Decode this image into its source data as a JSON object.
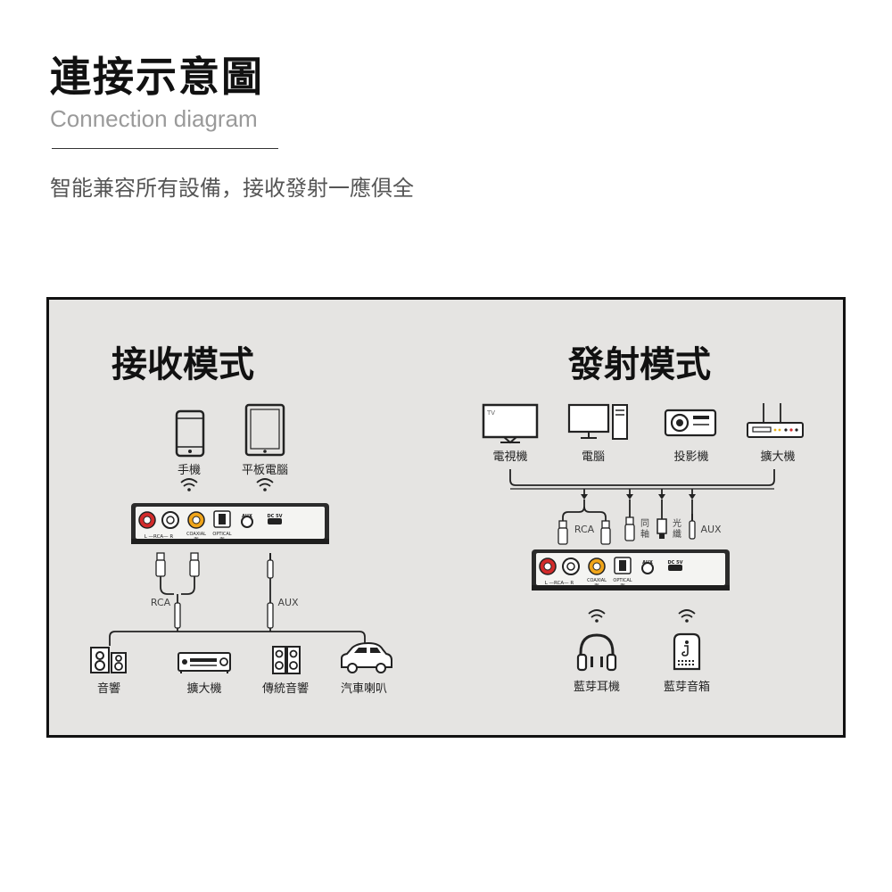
{
  "header": {
    "title": "連接示意圖",
    "subtitle": "Connection diagram",
    "tagline": "智能兼容所有設備，接收發射一應俱全"
  },
  "receive": {
    "title": "接收模式",
    "sources": [
      "手機",
      "平板電腦"
    ],
    "cables": {
      "rca": "RCA",
      "aux": "AUX"
    },
    "outputs": [
      "音響",
      "擴大機",
      "傳統音響",
      "汽車喇叭"
    ]
  },
  "transmit": {
    "title": "發射模式",
    "sources": [
      "電視機",
      "電腦",
      "投影機",
      "擴大機"
    ],
    "tv_label": "TV",
    "cables": {
      "rca": "RCA",
      "coaxial": [
        "同",
        "軸"
      ],
      "optical": [
        "光",
        "纖"
      ],
      "aux": "AUX"
    },
    "outputs": [
      "藍芽耳機",
      "藍芽音箱"
    ]
  },
  "device": {
    "rca_label": "L —RCA— R",
    "coaxial_label": "COAXIAL",
    "coaxial_sub": "IN",
    "optical_label": "OPTICAL",
    "optical_sub": "IN",
    "aux_label": "AUX",
    "dc_label": "DC 5V"
  }
}
